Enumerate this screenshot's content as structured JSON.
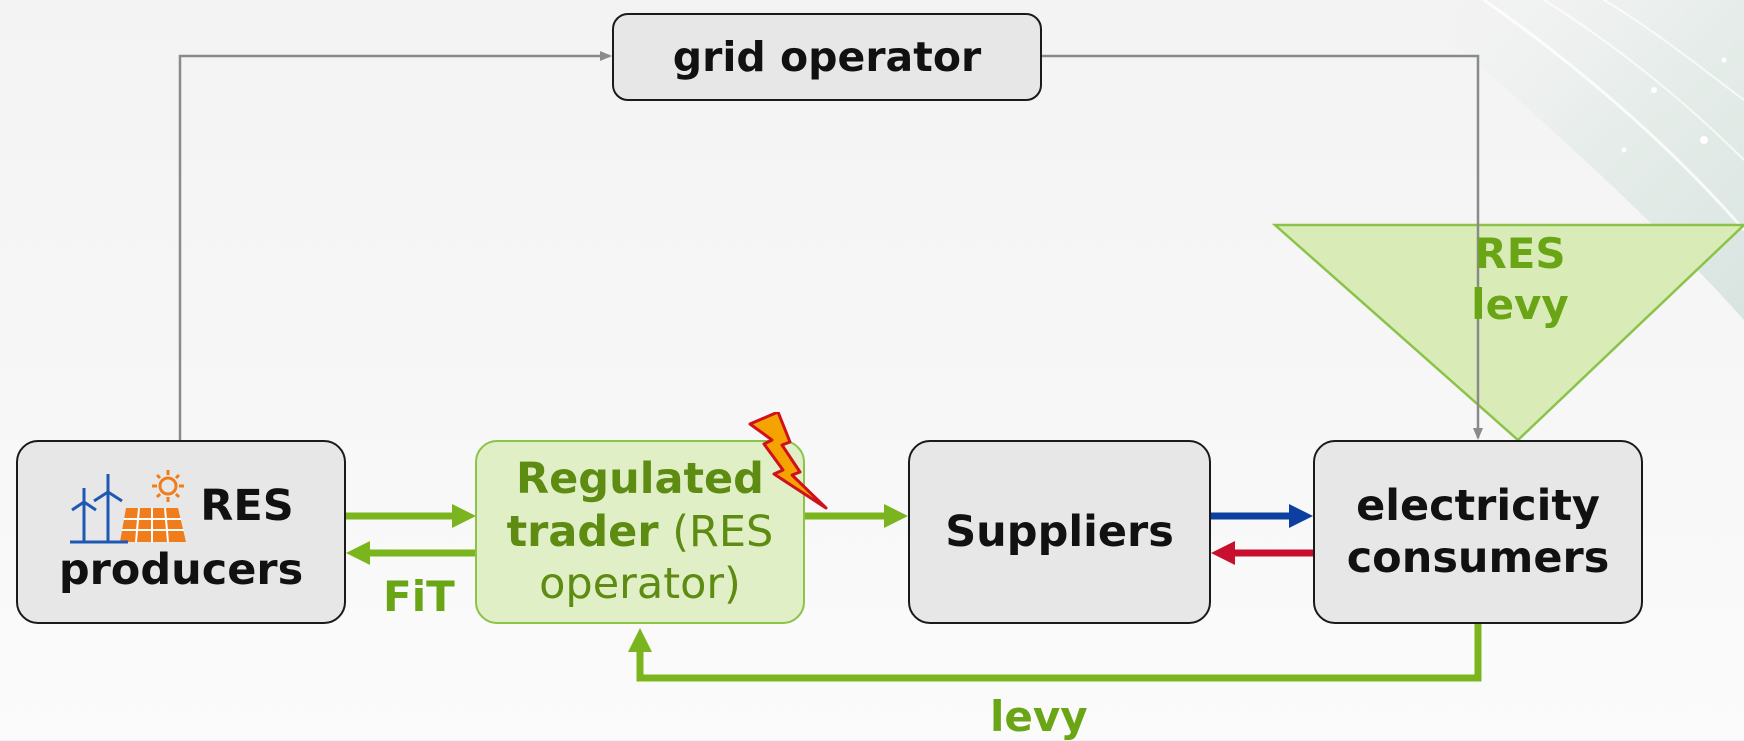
{
  "nodes": {
    "grid_operator": "grid operator",
    "res_producers": {
      "line1": "RES",
      "line2": "producers"
    },
    "regulated_trader": {
      "bold_line1": "Regulated",
      "bold_line2": "trader",
      "normal_line2": " (RES",
      "normal_line3": "operator)"
    },
    "suppliers": "Suppliers",
    "electricity_consumers": {
      "line1": "electricity",
      "line2": "consumers"
    }
  },
  "labels": {
    "fit": "FiT",
    "levy": "levy",
    "res_levy": {
      "line1": "RES",
      "line2": "levy"
    }
  },
  "icons": {
    "res_producers": "wind-solar-icon",
    "regulated_trader": "lightning-icon"
  },
  "colors": {
    "green_arrow": "#7ab51d",
    "gray_arrow": "#8a8a8a",
    "blue_arrow": "#0d3fa0",
    "red_arrow": "#c8102e",
    "green_text": "#6aa516",
    "triangle_fill": "#d9ecb8",
    "triangle_stroke": "#8bc34a",
    "box_fill": "#e7e7e7",
    "trader_fill": "#e1efc7",
    "lightning_fill": "#f5a300",
    "lightning_stroke": "#d0101a"
  }
}
